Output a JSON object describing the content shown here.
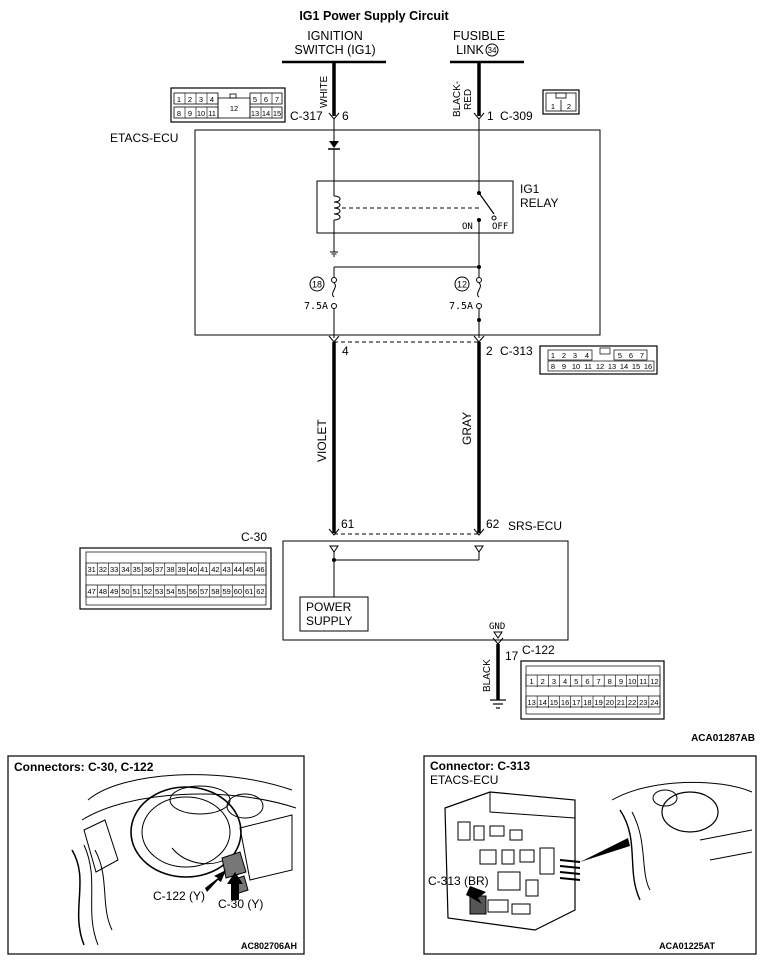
{
  "title": "IG1 Power Supply Circuit",
  "sources": {
    "ignition_switch": [
      "IGNITION",
      "SWITCH (IG1)"
    ],
    "fusible_link": [
      "FUSIBLE",
      "LINK"
    ],
    "fusible_link_number": "34"
  },
  "wires": {
    "white": "WHITE",
    "black_red": [
      "BLACK-",
      "RED"
    ],
    "violet": "VIOLET",
    "gray": "GRAY",
    "black": "BLACK"
  },
  "connectors": {
    "c317": "C-317",
    "c309": "C-309",
    "c313": "C-313",
    "c30": "C-30",
    "c122": "C-122"
  },
  "pins": {
    "p6": "6",
    "p1": "1",
    "p4": "4",
    "p2": "2",
    "p61": "61",
    "p62": "62",
    "p17": "17"
  },
  "etacs": {
    "label": "ETACS-ECU",
    "relay_label": [
      "IG1",
      "RELAY"
    ],
    "on": "ON",
    "off": "OFF",
    "fuse_left_number": "18",
    "fuse_right_number": "12",
    "fuse_left_rating": "7.5A",
    "fuse_right_rating": "7.5A"
  },
  "srs": {
    "label": "SRS-ECU",
    "power_supply": [
      "POWER",
      "SUPPLY"
    ],
    "gnd": "GND"
  },
  "connector_faces": {
    "c317_top": [
      "1",
      "2",
      "3",
      "4",
      "5",
      "6",
      "7"
    ],
    "c317_mid": "12",
    "c317_bot": [
      "8",
      "9",
      "10",
      "11",
      "13",
      "14",
      "15"
    ],
    "c309": [
      "1",
      "2"
    ],
    "c313_top": [
      "1",
      "2",
      "3",
      "4",
      "5",
      "6",
      "7"
    ],
    "c313_bot": [
      "8",
      "9",
      "10",
      "11",
      "12",
      "13",
      "14",
      "15",
      "16"
    ],
    "c30_top": [
      "31",
      "32",
      "33",
      "34",
      "35",
      "36",
      "37",
      "38",
      "39",
      "40",
      "41",
      "42",
      "43",
      "44",
      "45",
      "46"
    ],
    "c30_bot": [
      "47",
      "48",
      "49",
      "50",
      "51",
      "52",
      "53",
      "54",
      "55",
      "56",
      "57",
      "58",
      "59",
      "60",
      "61",
      "62"
    ],
    "c122_top": [
      "1",
      "2",
      "3",
      "4",
      "5",
      "6",
      "7",
      "8",
      "9",
      "10",
      "11",
      "12"
    ],
    "c122_bot": [
      "13",
      "14",
      "15",
      "16",
      "17",
      "18",
      "19",
      "20",
      "21",
      "22",
      "23",
      "24"
    ]
  },
  "figure_code_main": "ACA01287AB",
  "panel_left": {
    "title": "Connectors: C-30, C-122",
    "callout_c122": "C-122 (Y)",
    "callout_c30": "C-30 (Y)",
    "code": "AC802706AH"
  },
  "panel_right": {
    "title": "Connector: C-313",
    "subtitle": "ETACS-ECU",
    "callout": "C-313 (BR)",
    "code": "ACA01225AT"
  }
}
